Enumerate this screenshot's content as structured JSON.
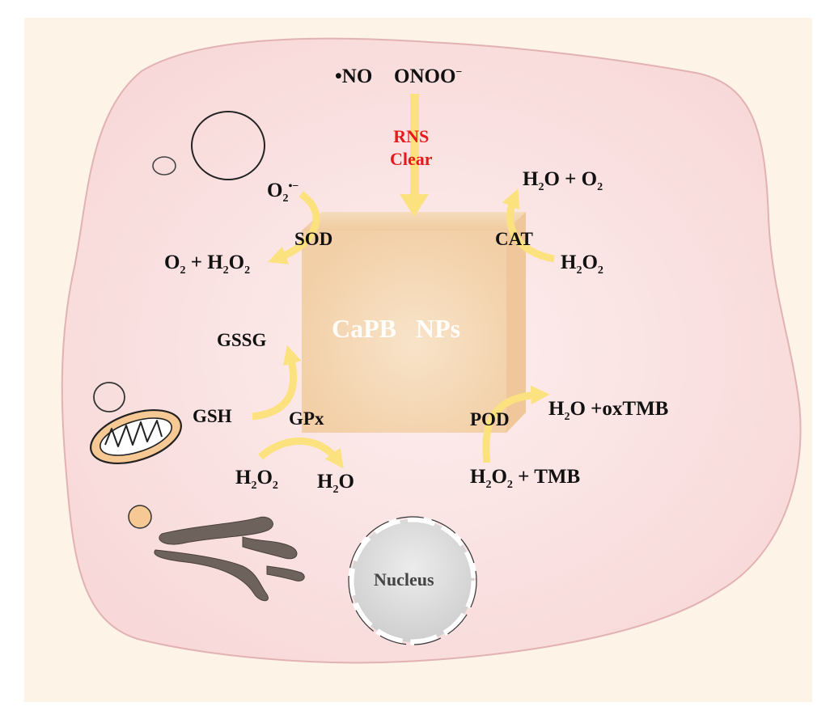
{
  "colors": {
    "background": "#fdf3e6",
    "cell": "#f9dcdc",
    "cell_outline": "#e2b2b2",
    "cube": "#f4cfa6",
    "arrow": "#fbe27e",
    "red_text": "#e8191d",
    "nucleus": "#d5d5d5",
    "mitochondrion": "#f6c894",
    "golgi": "#6e625c"
  },
  "labels": {
    "no": "NO",
    "onoo": "ONOO",
    "rns_clear_1": "RNS",
    "rns_clear_2": "Clear",
    "sod": "SOD",
    "cat": "CAT",
    "gpx": "GPx",
    "pod": "POD",
    "gssg": "GSSG",
    "gsh": "GSH",
    "np_ca": "CaPB",
    "np_nps": "NPs",
    "nucleus": "Nucleus"
  },
  "formula": {
    "h": "H",
    "o": "O",
    "two": "2",
    "plus": "+",
    "radical_minus": "•−",
    "minus": "−",
    "dot": "•",
    "tmb": "TMB",
    "oxtmb": "oxTMB"
  },
  "icons": [
    "cell-membrane",
    "vesicle",
    "mitochondrion",
    "golgi-apparatus",
    "nucleus",
    "nanoparticle-cube",
    "reaction-arrow"
  ]
}
